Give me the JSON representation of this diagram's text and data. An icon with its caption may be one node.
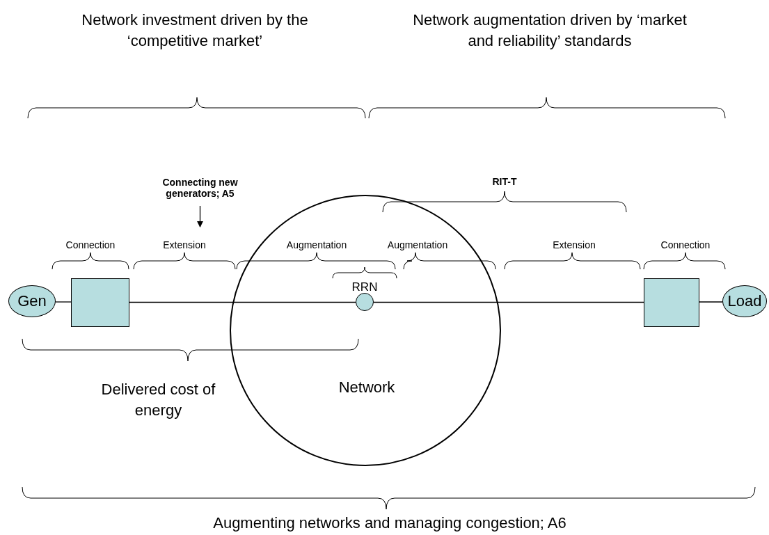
{
  "diagram": {
    "nodes": [
      {
        "text": [
          "Connecting new generators; A5"
        ]
      },
      {
        "text": [
          "Gen"
        ]
      },
      {
        "text": [],
        "shape": "box"
      },
      {
        "text": [
          "Network"
        ]
      },
      {
        "text": [],
        "shape": "circle",
        "beside": [
          "RRN"
        ],
        "in": 3
      },
      {
        "text": [],
        "shape": "box"
      },
      {
        "text": [
          "Load"
        ]
      }
    ],
    "edges": [
      {
        "from": 0,
        "to": null,
        "arrow": "to"
      },
      {
        "from": 1,
        "to": 2,
        "arrow": "none"
      },
      {
        "from": 2,
        "to": 4,
        "arrow": "none"
      },
      {
        "from": 4,
        "to": 5,
        "arrow": "none"
      },
      {
        "from": 5,
        "to": 6,
        "arrow": "none"
      }
    ],
    "labels": [
      "Network investment driven by the ‘competitive market’",
      "Network augmentation driven by ‘market and reliability’ standards",
      "RIT-T",
      "Connection",
      "Extension",
      "Augmentation",
      "Augmentation",
      "Extension",
      "Connection",
      "Delivered cost of energy",
      "Augmenting networks and managing congestion; A6"
    ]
  }
}
